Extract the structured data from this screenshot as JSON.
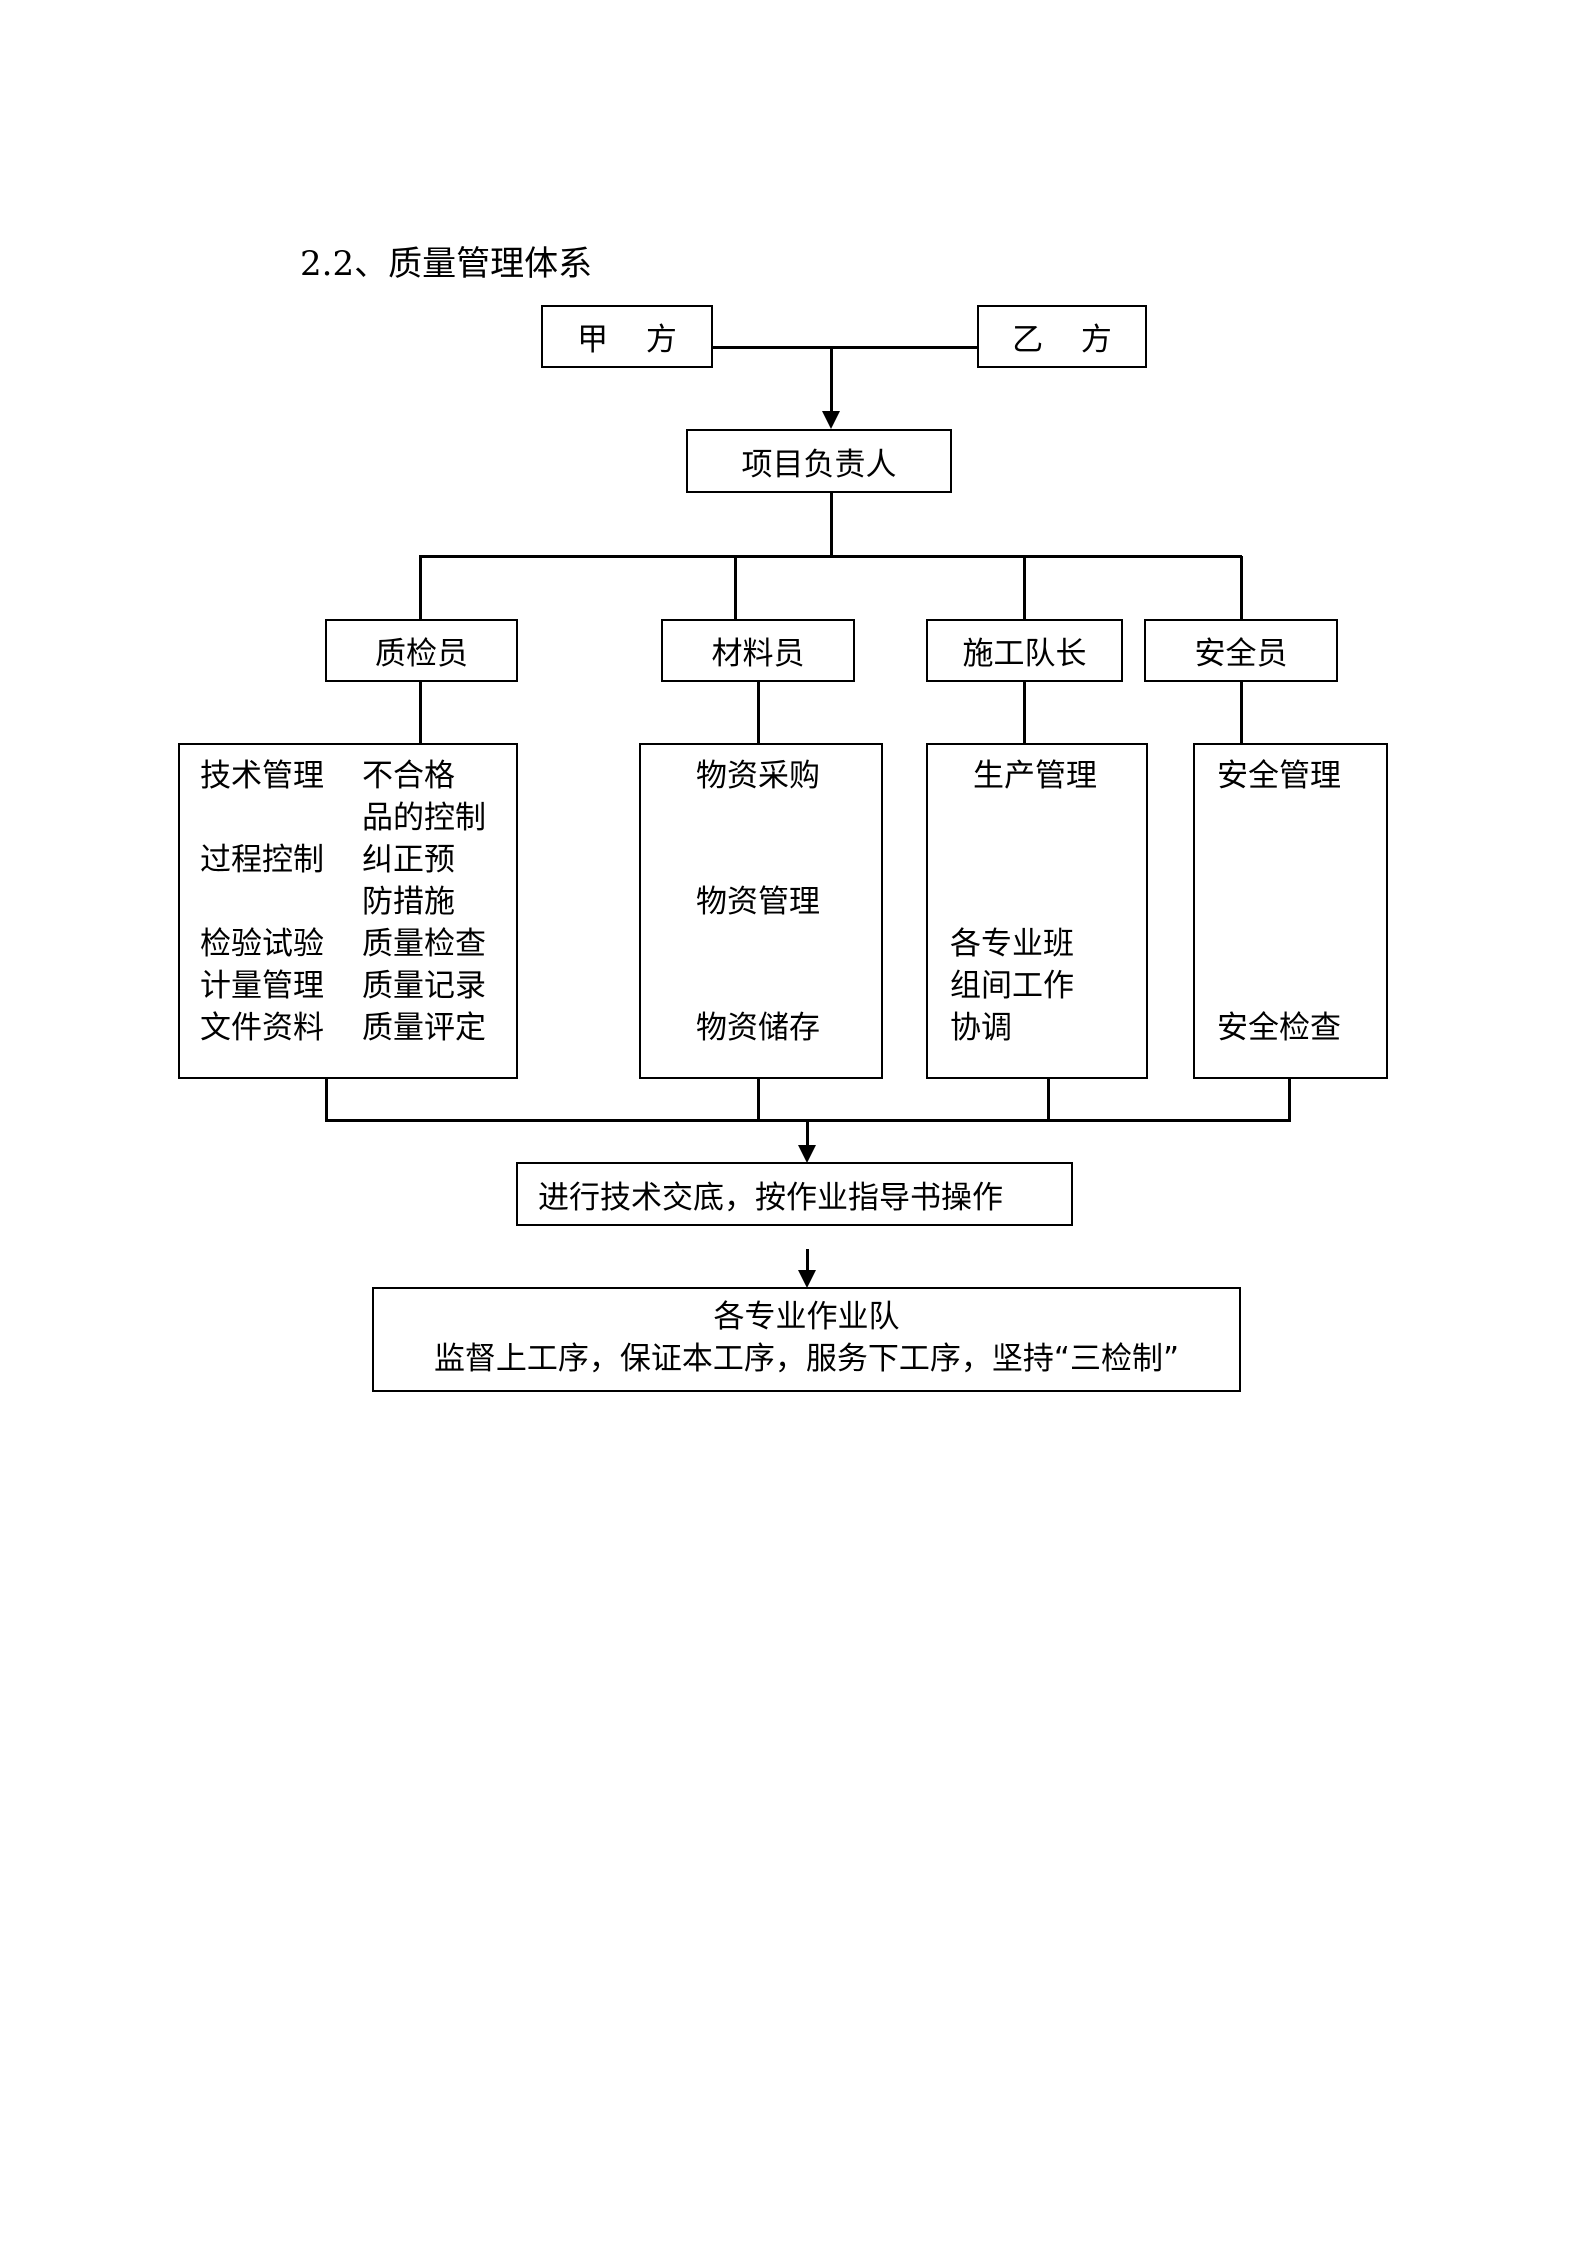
{
  "title": "2.2、质量管理体系",
  "party_a": "甲 方",
  "party_b": "乙  方",
  "project_leader": "项目负责人",
  "roles": {
    "inspector": "质检员",
    "materials": "材料员",
    "team_leader": "施工队长",
    "safety": "安全员"
  },
  "duties": {
    "inspector_left": [
      "技术管理",
      "",
      "过程控制",
      "",
      "检验试验",
      "计量管理",
      "文件资料"
    ],
    "inspector_right": [
      "不合格",
      "品的控制",
      "纠正预",
      "防措施",
      "质量检查",
      "质量记录",
      "质量评定"
    ],
    "materials": [
      "物资采购",
      "物资管理",
      "物资储存"
    ],
    "team_leader": [
      "生产管理",
      "各专业班",
      "组间工作",
      "协调"
    ],
    "safety": [
      "安全管理",
      "安全检查"
    ]
  },
  "briefing": "进行技术交底，按作业指导书操作",
  "crews": {
    "line1": "各专业作业队",
    "line2": "监督上工序，保证本工序，服务下工序，坚持“三检制”"
  }
}
